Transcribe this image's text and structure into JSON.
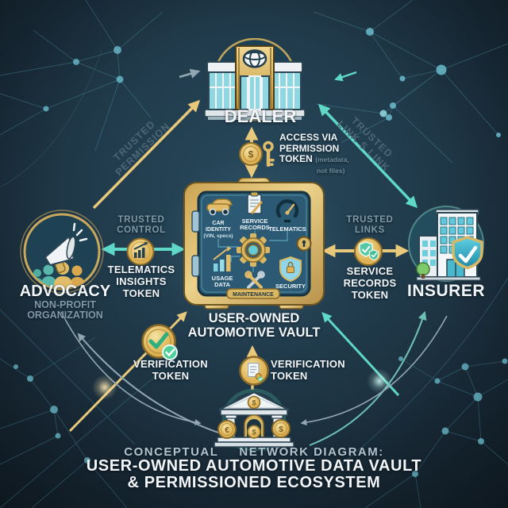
{
  "palette": {
    "gold": "#e8c87a",
    "teal": "#5fd8c8",
    "muted_text": "#7f99a8",
    "white_text": "#f2f6f8",
    "background": "#1e3645"
  },
  "dealer": {
    "label": "DEALER"
  },
  "access_token": {
    "line1": "ACCESS VIA",
    "line2": "PERMISSION",
    "line3": "TOKEN",
    "note1": "(metadata,",
    "note2": "not files)",
    "coin_symbol": "$"
  },
  "edge_top_left": {
    "line1": "TRUSTED",
    "line2": "PERMISSION"
  },
  "edge_top_right": {
    "line1": "TRUSTED",
    "line2": "LINK S LINK"
  },
  "advocacy": {
    "label": "ADVOCACY",
    "sub1": "NON-PROFIT",
    "sub2": "ORGANIZATION"
  },
  "trusted_control": {
    "line1": "TRUSTED",
    "line2": "CONTROL"
  },
  "telematics_token": {
    "line1": "TELEMATICS",
    "line2": "INSIGHTS",
    "line3": "TOKEN"
  },
  "trusted_links": {
    "line1": "TRUSTED",
    "line2": "LINKS"
  },
  "service_token": {
    "line1": "SERVICE",
    "line2": "RECORDS",
    "line3": "TOKEN"
  },
  "insurer": {
    "label": "INSURER"
  },
  "vault": {
    "title1": "USER-OWNED",
    "title2": "AUTOMOTIVE VAULT",
    "car1": "CAR",
    "car2": "IDENTITY",
    "car3": "(VIN, specs)",
    "service1": "SERVICE",
    "service2": "RECORDS",
    "telematics": "TELEMATICS",
    "usage1": "USAGE",
    "usage2": "DATA",
    "security": "SECURITY",
    "maintenance": "MAINTENANCE"
  },
  "verification_left": {
    "line1": "VERIFICATION",
    "line2": "TOKEN"
  },
  "verification_right": {
    "line1": "VERIFICATION",
    "line2": "TOKEN"
  },
  "bank": {
    "pediment_symbol": "$",
    "coin_left": "€",
    "coin_center": "$",
    "coin_right": "$"
  },
  "title": {
    "kicker1": "CONCEPTUAL",
    "kicker2": "NETWORK DIAGRAM:",
    "line2": "USER-OWNED AUTOMOTIVE DATA VAULT",
    "line3": "& PERMISSIONED ECOSYSTEM"
  }
}
